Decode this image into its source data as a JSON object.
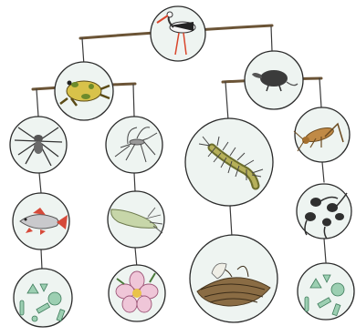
{
  "diagram": {
    "kind": "food-web-mobile",
    "colors": {
      "bar": "#6b5436",
      "string": "#3a3a3a",
      "circle_fill": "#eef4f1",
      "circle_stroke": "#2b2b2b"
    },
    "nodes": [
      {
        "id": "stork",
        "icon": "stork-icon"
      },
      {
        "id": "frog",
        "icon": "frog-icon"
      },
      {
        "id": "mole",
        "icon": "mole-icon"
      },
      {
        "id": "spider",
        "icon": "spider-icon"
      },
      {
        "id": "mosquito",
        "icon": "mosquito-icon"
      },
      {
        "id": "centipede",
        "icon": "centipede-icon"
      },
      {
        "id": "cricket",
        "icon": "cricket-icon"
      },
      {
        "id": "fish",
        "icon": "fish-icon"
      },
      {
        "id": "larva",
        "icon": "larva-icon"
      },
      {
        "id": "tadpoles",
        "icon": "tadpoles-icon"
      },
      {
        "id": "algae-left",
        "icon": "algae-icon"
      },
      {
        "id": "flower",
        "icon": "flower-icon"
      },
      {
        "id": "dead-leaves",
        "icon": "leaf-litter-icon"
      },
      {
        "id": "algae-right",
        "icon": "algae-icon"
      }
    ]
  }
}
